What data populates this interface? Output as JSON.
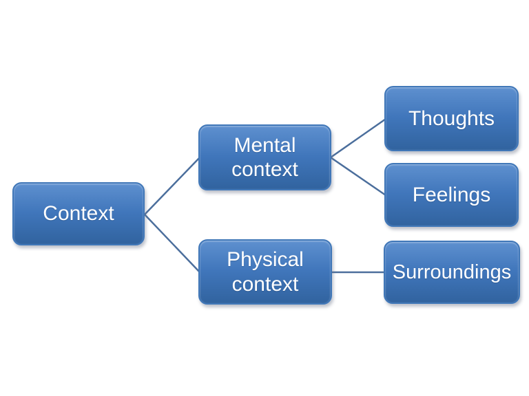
{
  "diagram": {
    "type": "hierarchy",
    "background": "#ffffff",
    "nodes": {
      "context": {
        "label": "Context"
      },
      "mental": {
        "label": "Mental context"
      },
      "physical": {
        "label": "Physical context"
      },
      "thoughts": {
        "label": "Thoughts"
      },
      "feelings": {
        "label": "Feelings"
      },
      "surroundings": {
        "label": "Surroundings"
      }
    },
    "edges": [
      {
        "from": "context",
        "to": "mental"
      },
      {
        "from": "context",
        "to": "physical"
      },
      {
        "from": "mental",
        "to": "thoughts"
      },
      {
        "from": "mental",
        "to": "feelings"
      },
      {
        "from": "physical",
        "to": "surroundings"
      }
    ],
    "colors": {
      "node_fill_top": "#5e90cf",
      "node_fill_bottom": "#31639f",
      "node_border": "#4077b8",
      "connector": "#4b6e9c",
      "text": "#ffffff"
    }
  }
}
